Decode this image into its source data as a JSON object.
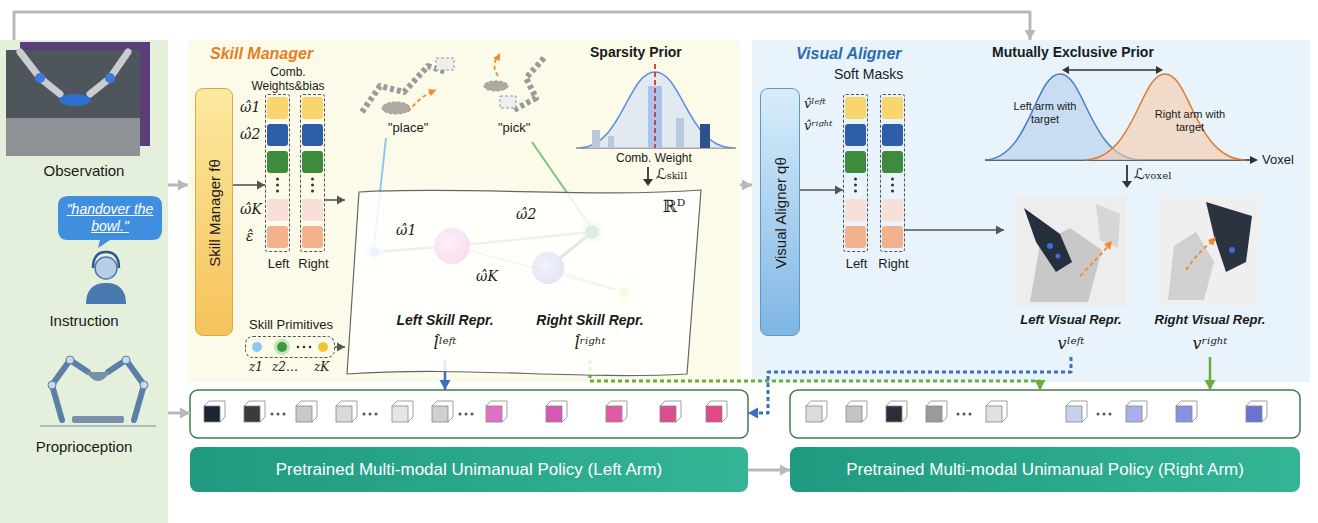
{
  "diagram": {
    "nodes": [
      {
        "text": [
          "Observation",
          "Instruction",
          "Proprioception"
        ]
      },
      {
        "text": [
          "\"handover the bowl.\""
        ],
        "in": 0
      },
      {
        "text": [
          "Skill Manager"
        ]
      },
      {
        "text": [
          "Skill Manager fθ"
        ],
        "in": 2
      },
      {
        "text": [
          "Left"
        ],
        "in": 2
      },
      {
        "text": [
          "Right"
        ],
        "in": 2
      },
      {
        "text": [
          "Skill Primitives"
        ],
        "in": 2
      },
      {
        "text": [
          "ℝᴰ"
        ],
        "in": 2
      },
      {
        "text": [
          "Left Skill Repr.",
          "l̂ˡᵉᶠᵗ"
        ],
        "in": 7
      },
      {
        "text": [
          "Right Skill Repr.",
          "l̂ʳⁱᵍʰᵗ"
        ],
        "in": 7
      },
      {
        "text": [
          "Visual Aligner"
        ]
      },
      {
        "text": [
          "Visual Aligner qθ"
        ],
        "in": 10
      },
      {
        "text": [
          "Left"
        ],
        "in": 10
      },
      {
        "text": [
          "Right"
        ],
        "in": 10
      },
      {
        "text": [
          "Left Visual Repr.",
          "vˡᵉᶠᵗ"
        ],
        "in": 10
      },
      {
        "text": [
          "Right Visual Repr.",
          "vʳⁱᵍʰᵗ"
        ],
        "in": 10
      },
      {
        "text": [
          "Pretrained Multi-modal Unimanual Policy (Left Arm)"
        ]
      },
      {
        "text": [
          "Pretrained Multi-modal Unimanual Policy (Right Arm)"
        ]
      }
    ],
    "edges": [
      {
        "from": 0,
        "to": 2,
        "arrow": "to"
      },
      {
        "from": 0,
        "to": 16,
        "arrow": "to"
      },
      {
        "from": 0,
        "to": 10,
        "arrow": "to"
      },
      {
        "from": 2,
        "to": 10,
        "arrow": "to"
      },
      {
        "from": 3,
        "to": 4,
        "arrow": "to"
      },
      {
        "from": 5,
        "to": 7,
        "arrow": "to"
      },
      {
        "from": 6,
        "to": 7,
        "arrow": "to"
      },
      {
        "from": 8,
        "to": 16,
        "arrow": "to"
      },
      {
        "from": 9,
        "to": 17,
        "arrow": "to"
      },
      {
        "from": 11,
        "to": 12,
        "arrow": "to"
      },
      {
        "from": 13,
        "to": 14,
        "arrow": "to"
      },
      {
        "from": 14,
        "to": 16,
        "arrow": "to"
      },
      {
        "from": 16,
        "to": 17,
        "arrow": "to"
      },
      {
        "from": 15,
        "to": 17,
        "arrow": "to"
      }
    ],
    "labels": [
      "Comb. Weights&bias",
      "ω̂1",
      "ω̂2",
      "ω̂K",
      "ε̂",
      "z1",
      "z2…",
      "zK",
      "\"place\"",
      "\"pick\"",
      "Sparsity Prior",
      "Comb. Weight",
      "ℒₛₖᵢₗₗ",
      "ω̂1",
      "ω̂2",
      "ω̂K",
      "Soft Masks",
      "v̂ˡᵉᶠᵗ",
      "v̂ʳⁱᵍʰᵗ",
      "Mutually Exclusive Prior",
      "Left arm with target",
      "Right arm with target",
      "Voxel",
      "ℒᵥₒₓₑₗ"
    ]
  }
}
